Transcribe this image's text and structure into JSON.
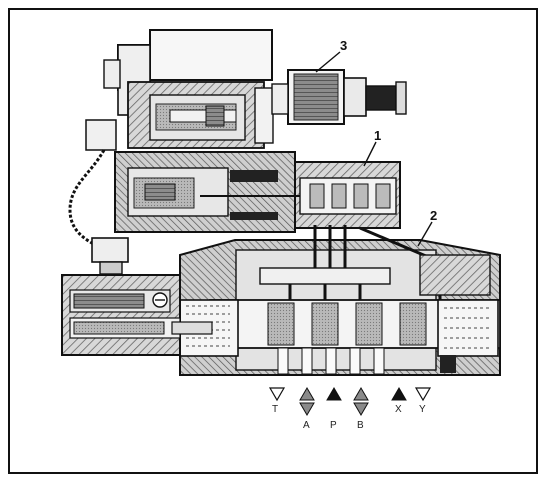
{
  "callouts": {
    "c1": "1",
    "c2": "2",
    "c3": "3"
  },
  "ports": {
    "T": "T",
    "A": "A",
    "P": "P",
    "B": "B",
    "X": "X",
    "Y": "Y"
  },
  "colors": {
    "outline": "#111111",
    "hatch_light": "#9a9a9a",
    "hatch_dark": "#555555",
    "port_gray": "#8a8a8a",
    "port_black": "#111111"
  }
}
